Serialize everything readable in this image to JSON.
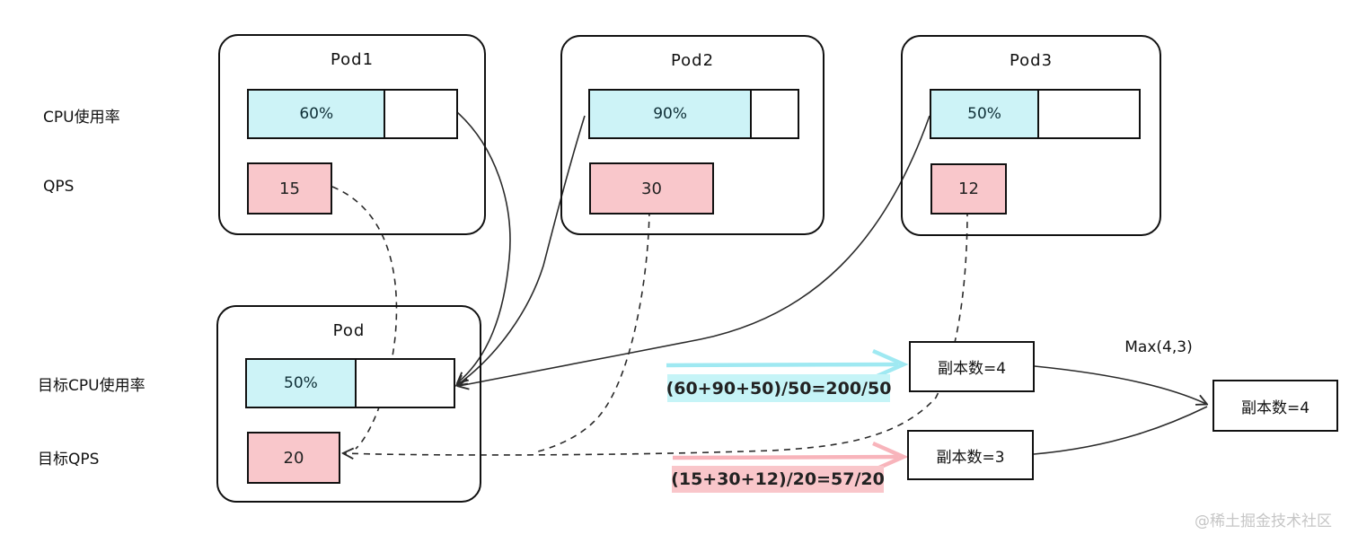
{
  "diagram": {
    "watermark": "@稀土掘金技术社区",
    "row_labels": {
      "cpu": "CPU使用率",
      "qps": "QPS",
      "target_cpu": "目标CPU使用率",
      "target_qps": "目标QPS"
    },
    "pods": [
      {
        "title": "Pod1",
        "cpu_percent": "60%",
        "qps": "15"
      },
      {
        "title": "Pod2",
        "cpu_percent": "90%",
        "qps": "30"
      },
      {
        "title": "Pod3",
        "cpu_percent": "50%",
        "qps": "12"
      }
    ],
    "target_pod": {
      "title": "Pod",
      "cpu_percent": "50%",
      "qps": "20"
    },
    "formulas": {
      "cpu_formula": "(60+90+50)/50=200/50",
      "qps_formula": "(15+30+12)/20=57/20"
    },
    "results": {
      "cpu_replicas": "副本数=4",
      "qps_replicas": "副本数=3",
      "max_label": "Max(4,3)",
      "final_replicas": "副本数=4"
    },
    "colors": {
      "cpu_fill": "#cdf3f7",
      "qps_fill": "#f9c7cb",
      "cpu_arrow": "#9fe9f2",
      "qps_arrow": "#f8b4bb",
      "cpu_highlight": "#c6f4f7",
      "qps_highlight": "#f9c6ca",
      "line": "#2b2b2b",
      "watermark": "#c6c6c6"
    }
  }
}
